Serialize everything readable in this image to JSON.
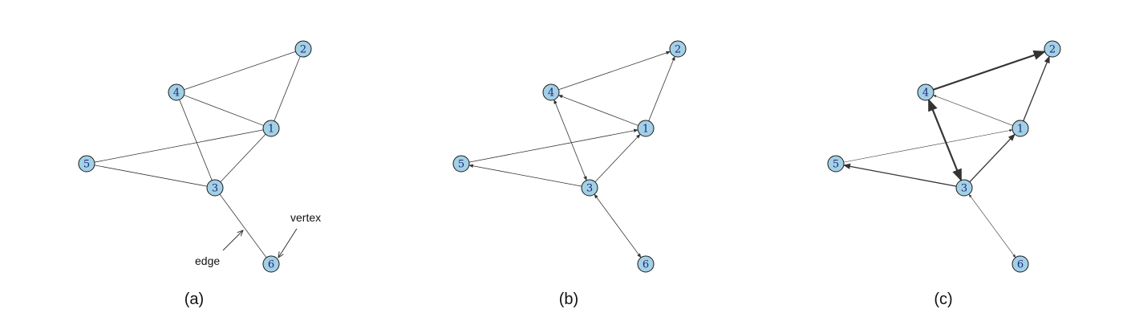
{
  "colors": {
    "node_fill": "#a3d0e6",
    "node_stroke": "#1a1a1a",
    "edge": "#333333",
    "label": "#1a2a7a"
  },
  "panels": [
    {
      "caption": "(a)",
      "type": "undirected",
      "edges": [
        {
          "source": "4",
          "target": "2"
        },
        {
          "source": "2",
          "target": "1"
        },
        {
          "source": "4",
          "target": "1"
        },
        {
          "source": "4",
          "target": "3"
        },
        {
          "source": "5",
          "target": "1"
        },
        {
          "source": "5",
          "target": "3"
        },
        {
          "source": "1",
          "target": "3"
        },
        {
          "source": "3",
          "target": "6"
        }
      ],
      "annotations": {
        "edge_label": "edge",
        "vertex_label": "vertex"
      }
    },
    {
      "caption": "(b)",
      "type": "directed",
      "edges": [
        {
          "source": "4",
          "target": "2",
          "direction": "forward"
        },
        {
          "source": "1",
          "target": "2",
          "direction": "forward"
        },
        {
          "source": "1",
          "target": "4",
          "direction": "forward"
        },
        {
          "source": "4",
          "target": "3",
          "direction": "both"
        },
        {
          "source": "5",
          "target": "1",
          "direction": "forward"
        },
        {
          "source": "3",
          "target": "5",
          "direction": "forward"
        },
        {
          "source": "3",
          "target": "1",
          "direction": "forward"
        },
        {
          "source": "3",
          "target": "6",
          "direction": "both"
        }
      ]
    },
    {
      "caption": "(c)",
      "type": "weighted-directed",
      "edges": [
        {
          "source": "4",
          "target": "2",
          "direction": "forward",
          "weight": "heavy"
        },
        {
          "source": "1",
          "target": "2",
          "direction": "forward",
          "weight": "medium"
        },
        {
          "source": "1",
          "target": "4",
          "direction": "forward",
          "weight": "light"
        },
        {
          "source": "4",
          "target": "3",
          "direction": "both",
          "weight": "heavy"
        },
        {
          "source": "5",
          "target": "1",
          "direction": "forward",
          "weight": "light"
        },
        {
          "source": "3",
          "target": "5",
          "direction": "forward",
          "weight": "medium"
        },
        {
          "source": "3",
          "target": "1",
          "direction": "forward",
          "weight": "medium"
        },
        {
          "source": "3",
          "target": "6",
          "direction": "both",
          "weight": "light"
        }
      ]
    }
  ],
  "node_labels": [
    "1",
    "2",
    "3",
    "4",
    "5",
    "6"
  ]
}
